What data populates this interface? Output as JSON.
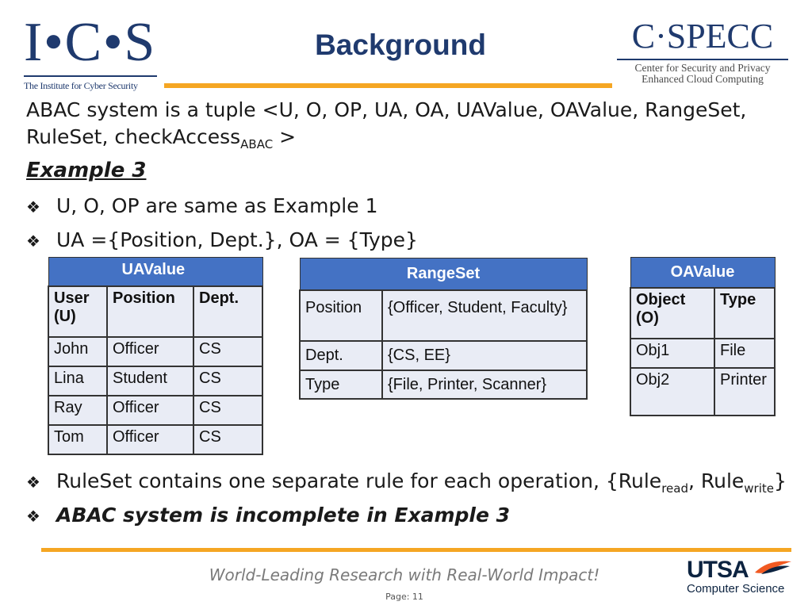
{
  "header": {
    "ics_letters": [
      "I",
      "C",
      "S"
    ],
    "ics_subtitle": "The Institute for Cyber Security",
    "title": "Background",
    "cspecc_name": "C·SPECC",
    "cspecc_line1": "Center for Security and Privacy",
    "cspecc_line2": "Enhanced Cloud Computing"
  },
  "intro": {
    "line1": "ABAC system is a tuple <U, O, OP, UA, OA, UAValue, OAValue, RangeSet,",
    "line2_text": "RuleSet, checkAccess",
    "line2_sub": "ABAC",
    "line2_end": " >"
  },
  "example_title": "Example 3 ",
  "bullets": {
    "b1": "U, O, OP are same as Example 1",
    "b2": "UA ={Position, Dept.}, OA =  {Type}",
    "b3_pre": "RuleSet contains one separate rule for each operation, {Rule",
    "b3_sub1": "read",
    "b3_mid": ", Rule",
    "b3_sub2": "write",
    "b3_end": "}",
    "b4": "ABAC system is incomplete in Example 3"
  },
  "uavalue_table": {
    "title": "UAValue",
    "headers": [
      "User (U)",
      "Position",
      "Dept."
    ],
    "rows": [
      [
        "John",
        "Officer",
        "CS"
      ],
      [
        "Lina",
        "Student",
        "CS"
      ],
      [
        "Ray",
        "Officer",
        "CS"
      ],
      [
        "Tom",
        "Officer",
        "CS"
      ]
    ]
  },
  "rangeset_table": {
    "title": "RangeSet",
    "rows": [
      [
        "Position",
        "{Officer, Student, Faculty}"
      ],
      [
        "Dept.",
        "{CS, EE}"
      ],
      [
        "Type",
        "{File, Printer, Scanner}"
      ]
    ]
  },
  "oavalue_table": {
    "title": "OAValue",
    "headers": [
      "Object (O)",
      "Type"
    ],
    "rows": [
      [
        "Obj1",
        "File"
      ],
      [
        "Obj2",
        "Printer"
      ]
    ]
  },
  "footer": {
    "tagline": "World-Leading Research with Real-World Impact!",
    "page_label": "Page:  11",
    "utsa_name": "UTSA",
    "utsa_dept": "Computer Science"
  },
  "colors": {
    "navy": "#1f3a6e",
    "orange_accent": "#f5a623",
    "table_header_blue": "#4472c4",
    "table_cell": "#e9ecf5"
  }
}
